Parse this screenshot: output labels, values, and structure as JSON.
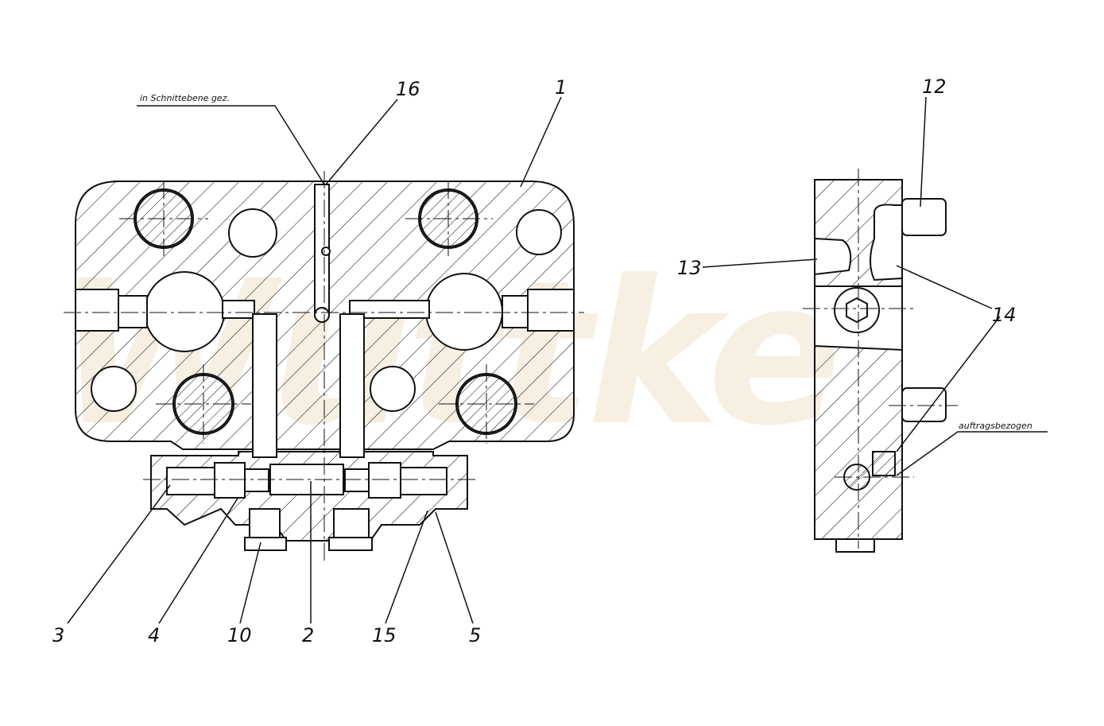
{
  "watermark": "Wuttke",
  "labels": {
    "note_section": "in Schnittebene gez.",
    "note_order": "auftragsbezogen",
    "p1": "1",
    "p2": "2",
    "p3": "3",
    "p4": "4",
    "p5": "5",
    "p10": "10",
    "p12": "12",
    "p13": "13",
    "p14": "14",
    "p15": "15",
    "p16": "16"
  },
  "colors": {
    "line": "#111111",
    "watermark": "#f6efe2"
  }
}
